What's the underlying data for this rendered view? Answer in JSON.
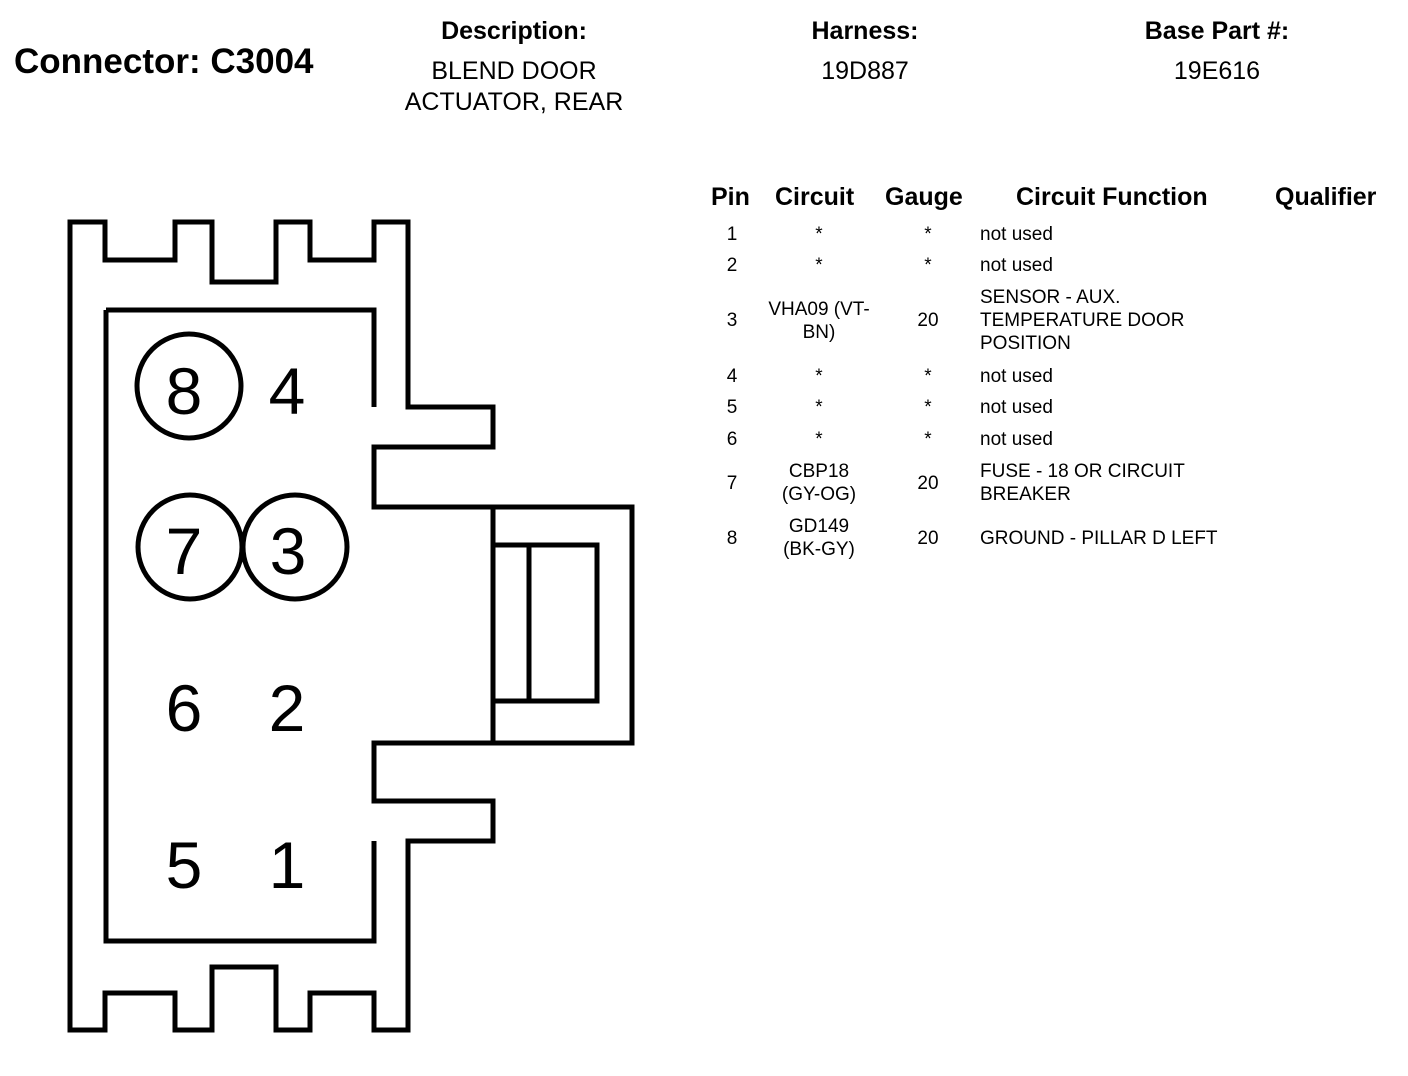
{
  "connector": {
    "title": "Connector: C3004"
  },
  "description": {
    "label": "Description:",
    "value": "BLEND DOOR ACTUATOR, REAR"
  },
  "harness": {
    "label": "Harness:",
    "value": "19D887"
  },
  "base_part": {
    "label": "Base Part #:",
    "value": "19E616"
  },
  "connector_face": {
    "pins": [
      "8",
      "4",
      "7",
      "3",
      "6",
      "2",
      "5",
      "1"
    ],
    "circled_pins": [
      "8",
      "7",
      "3"
    ]
  },
  "table": {
    "headers": {
      "pin": "Pin",
      "circuit": "Circuit",
      "gauge": "Gauge",
      "function": "Circuit Function",
      "qualifier": "Qualifier"
    },
    "rows": [
      {
        "pin": "1",
        "circuit": "*",
        "gauge": "*",
        "function": "not used",
        "qualifier": ""
      },
      {
        "pin": "2",
        "circuit": "*",
        "gauge": "*",
        "function": "not used",
        "qualifier": ""
      },
      {
        "pin": "3",
        "circuit": "VHA09 (VT-BN)",
        "gauge": "20",
        "function": "SENSOR - AUX. TEMPERATURE DOOR POSITION",
        "qualifier": ""
      },
      {
        "pin": "4",
        "circuit": "*",
        "gauge": "*",
        "function": "not used",
        "qualifier": ""
      },
      {
        "pin": "5",
        "circuit": "*",
        "gauge": "*",
        "function": "not used",
        "qualifier": ""
      },
      {
        "pin": "6",
        "circuit": "*",
        "gauge": "*",
        "function": "not used",
        "qualifier": ""
      },
      {
        "pin": "7",
        "circuit": "CBP18 (GY-OG)",
        "gauge": "20",
        "function": "FUSE - 18 OR CIRCUIT BREAKER",
        "qualifier": ""
      },
      {
        "pin": "8",
        "circuit": "GD149 (BK-GY)",
        "gauge": "20",
        "function": "GROUND - PILLAR D LEFT",
        "qualifier": ""
      }
    ]
  }
}
